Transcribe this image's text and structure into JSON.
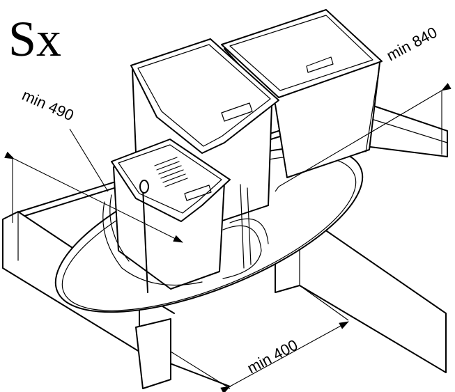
{
  "title": "Sx",
  "dimensions": {
    "depth_label": "min 490",
    "height_label": "min 840",
    "width_label": "min 400"
  }
}
